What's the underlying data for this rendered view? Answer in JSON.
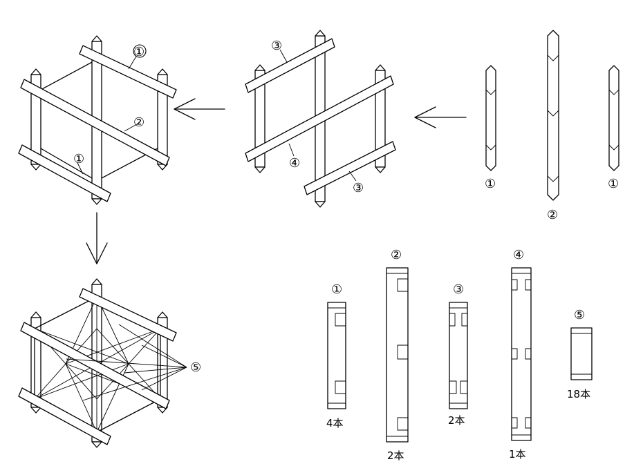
{
  "labels": {
    "n1": "①",
    "n2": "②",
    "n3": "③",
    "n4": "④",
    "n5": "⑤"
  },
  "counts": {
    "p1": "4本",
    "p2": "2本",
    "p3": "2本",
    "p4": "1本",
    "p5": "18本"
  }
}
